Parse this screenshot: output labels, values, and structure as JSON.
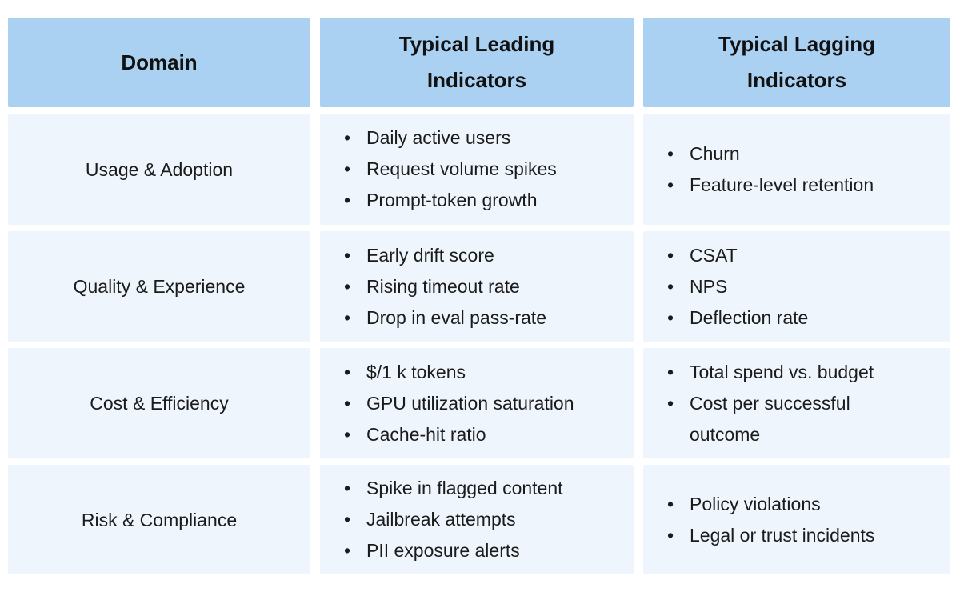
{
  "chart_data": {
    "type": "table",
    "columns": [
      "Domain",
      "Typical Leading Indicators",
      "Typical Lagging Indicators"
    ],
    "rows": [
      {
        "domain": "Usage & Adoption",
        "leading": [
          "Daily active users",
          "Request volume spikes",
          "Prompt-token growth"
        ],
        "lagging": [
          "Churn",
          "Feature-level retention"
        ]
      },
      {
        "domain": "Quality & Experience",
        "leading": [
          "Early drift score",
          "Rising timeout rate",
          "Drop in eval pass-rate"
        ],
        "lagging": [
          "CSAT",
          "NPS",
          "Deflection rate"
        ]
      },
      {
        "domain": "Cost & Efficiency",
        "leading": [
          "$/1 k tokens",
          "GPU utilization saturation",
          "Cache-hit ratio"
        ],
        "lagging": [
          "Total spend vs. budget",
          "Cost per successful outcome"
        ]
      },
      {
        "domain": "Risk & Compliance",
        "leading": [
          "Spike in flagged content",
          "Jailbreak attempts",
          "PII exposure alerts"
        ],
        "lagging": [
          "Policy violations",
          "Legal or trust incidents"
        ]
      }
    ],
    "layout": {
      "grid": "off",
      "header_position": "top",
      "row_count": 4,
      "column_count": 3
    }
  },
  "colors": {
    "header_bg": "#abd1f2",
    "cell_bg": "#eef5fc",
    "text": "#1b1b1b",
    "header_text": "#111111",
    "page_bg": "#ffffff"
  }
}
